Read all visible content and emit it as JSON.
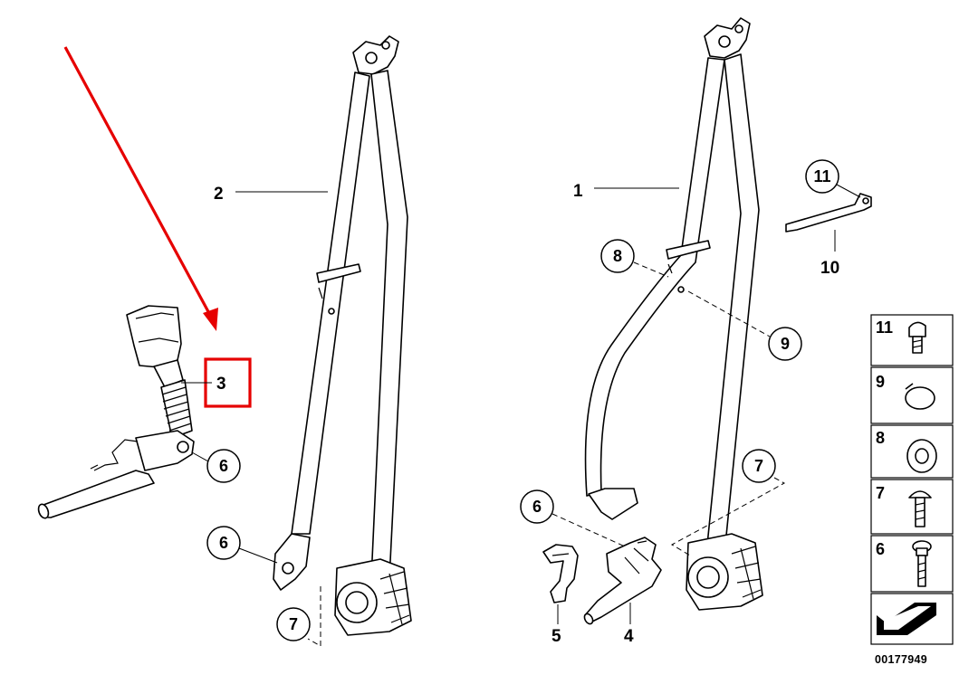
{
  "diagram": {
    "reference_code": "00177949",
    "highlight_color": "#e60000",
    "plain_labels": {
      "belt_rear_left": "2",
      "belt_rear_right": "1",
      "buckle_tongue": "3",
      "bracket": "5",
      "buckle_lower": "4",
      "strap": "10"
    },
    "circle_labels": {
      "c6_buckle": "6",
      "c6_left_anchor": "6",
      "c7_left": "7",
      "c8": "8",
      "c9": "9",
      "c7_right": "7",
      "c6_right": "6",
      "c11": "11"
    },
    "legend": [
      "11",
      "9",
      "8",
      "7",
      "6"
    ]
  }
}
